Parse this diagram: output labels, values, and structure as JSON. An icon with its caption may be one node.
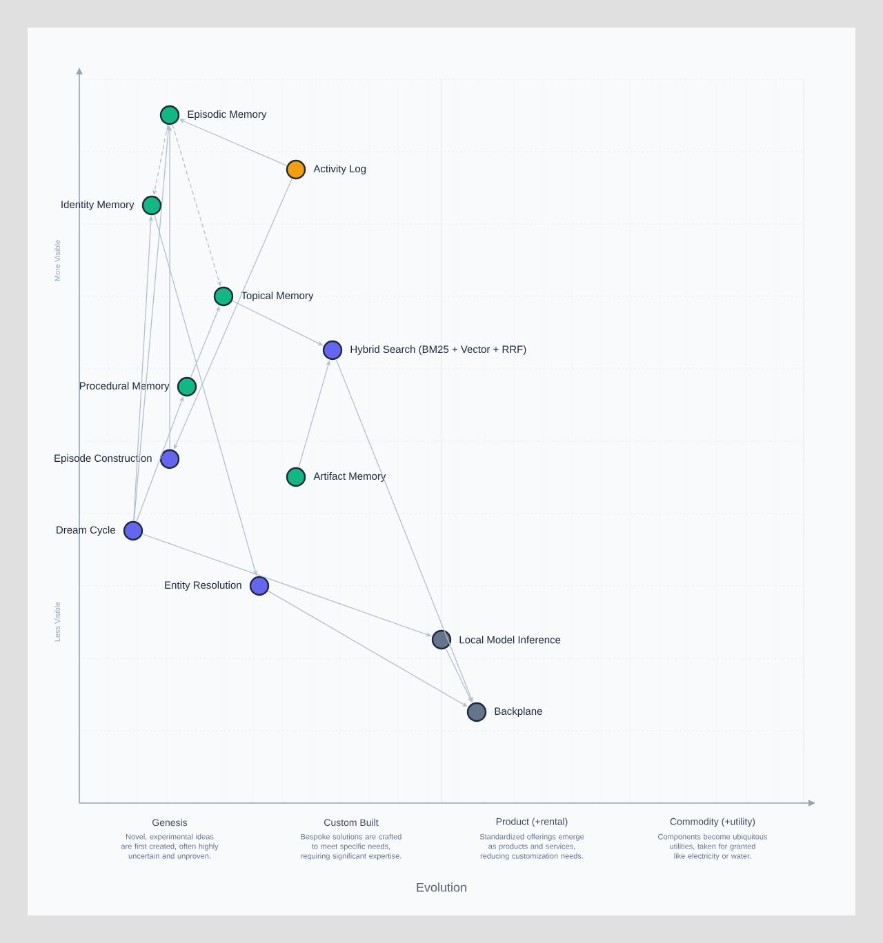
{
  "diagram": {
    "nodes": [
      {
        "text": [
          "Episodic Memory"
        ]
      },
      {
        "text": [
          "Activity Log"
        ]
      },
      {
        "text": [
          "Identity Memory"
        ]
      },
      {
        "text": [
          "Topical Memory"
        ]
      },
      {
        "text": [
          "Hybrid Search (BM25 + Vector + RRF)"
        ]
      },
      {
        "text": [
          "Procedural Memory"
        ]
      },
      {
        "text": [
          "Episode Construction"
        ]
      },
      {
        "text": [
          "Artifact Memory"
        ]
      },
      {
        "text": [
          "Dream Cycle"
        ]
      },
      {
        "text": [
          "Entity Resolution"
        ]
      },
      {
        "text": [
          "Local Model Inference"
        ]
      },
      {
        "text": [
          "Backplane"
        ]
      }
    ],
    "edges": [
      {
        "from": 1,
        "to": 0,
        "arrow": "to"
      },
      {
        "from": 1,
        "to": 6,
        "arrow": "to"
      },
      {
        "from": 0,
        "to": 2,
        "arrow": "to",
        "style": "dashed"
      },
      {
        "from": 0,
        "to": 3,
        "arrow": "to",
        "style": "dashed"
      },
      {
        "from": 2,
        "to": 9,
        "arrow": "to"
      },
      {
        "from": 3,
        "to": 4,
        "arrow": "to"
      },
      {
        "from": 7,
        "to": 4,
        "arrow": "to"
      },
      {
        "from": 4,
        "to": 11,
        "arrow": "to"
      },
      {
        "from": 6,
        "to": 0,
        "arrow": "to"
      },
      {
        "from": 8,
        "to": 2,
        "arrow": "to"
      },
      {
        "from": 8,
        "to": 0,
        "arrow": "to"
      },
      {
        "from": 8,
        "to": 5,
        "arrow": "to"
      },
      {
        "from": 5,
        "to": 3,
        "arrow": "to"
      },
      {
        "from": 8,
        "to": 10,
        "arrow": "to"
      },
      {
        "from": 9,
        "to": 11,
        "arrow": "to"
      },
      {
        "from": 10,
        "to": 11,
        "arrow": "to"
      }
    ],
    "labels": [
      "More Visible",
      "Less Visible",
      "Genesis",
      "Novel, experimental ideas are first created, often highly uncertain and unproven.",
      "Custom Built",
      "Bespoke solutions are crafted to meet specific needs, requiring significant expertise.",
      "Product (+rental)",
      "Standardized offerings emerge as products and services, reducing customization needs.",
      "Commodity (+utility)",
      "Components become ubiquitous utilities, taken for granted like electricity or water.",
      "Evolution"
    ]
  }
}
